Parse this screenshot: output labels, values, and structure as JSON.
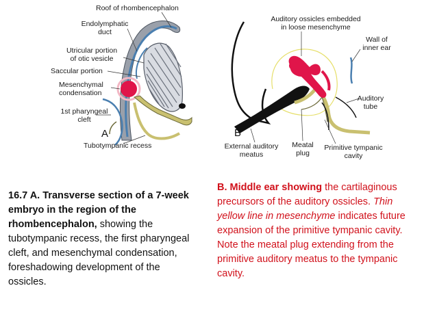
{
  "panel_a": {
    "letter": "A",
    "labels": {
      "roof": "Roof of rhombencephalon",
      "endolymphatic_1": "Endolymphatic",
      "endolymphatic_2": "duct",
      "utricular_1": "Utricular portion",
      "utricular_2": "of otic vesicle",
      "saccular": "Saccular portion",
      "mesenchymal_1": "Mesenchymal",
      "mesenchymal_2": "condensation",
      "pharyngeal_1": "1st pharyngeal",
      "pharyngeal_2": "cleft",
      "tubotympanic": "Tubotympanic recess"
    }
  },
  "panel_b": {
    "letter": "B",
    "labels": {
      "ossicles_1": "Auditory ossicles embedded",
      "ossicles_2": "in loose mesenchyme",
      "wall_1": "Wall of",
      "wall_2": "inner ear",
      "tube_1": "Auditory",
      "tube_2": "tube",
      "ext_1": "External auditory",
      "ext_2": "meatus",
      "plug_1": "Meatal",
      "plug_2": "plug",
      "prim_1": "Primitive tympanic",
      "prim_2": "cavity"
    }
  },
  "caption_a": {
    "bold": "16.7 A. Transverse section of a 7-week embryo in the region of the rhombencephalon,",
    "rest": " showing the tubotympanic recess, the first pharyngeal cleft, and mesenchymal condensation, foreshadowing development of the ossicles."
  },
  "caption_b": {
    "bold": "B. Middle ear showing",
    "part1": " the cartilaginous precursors of the auditory ossicles. ",
    "italic": "Thin yellow line in mesenchyme",
    "part2": " indicates future expansion of the primitive tympanic cavity. Note the meatal plug extending from the primitive auditory meatus to the tympanic cavity."
  },
  "colors": {
    "caption_b_text": "#d1111b",
    "ossicle_red": "#e0154a",
    "epithelium_yellow": "#c9c070",
    "duct_blue": "#4a7fb0",
    "otic_gray": "#8a8f9a"
  }
}
